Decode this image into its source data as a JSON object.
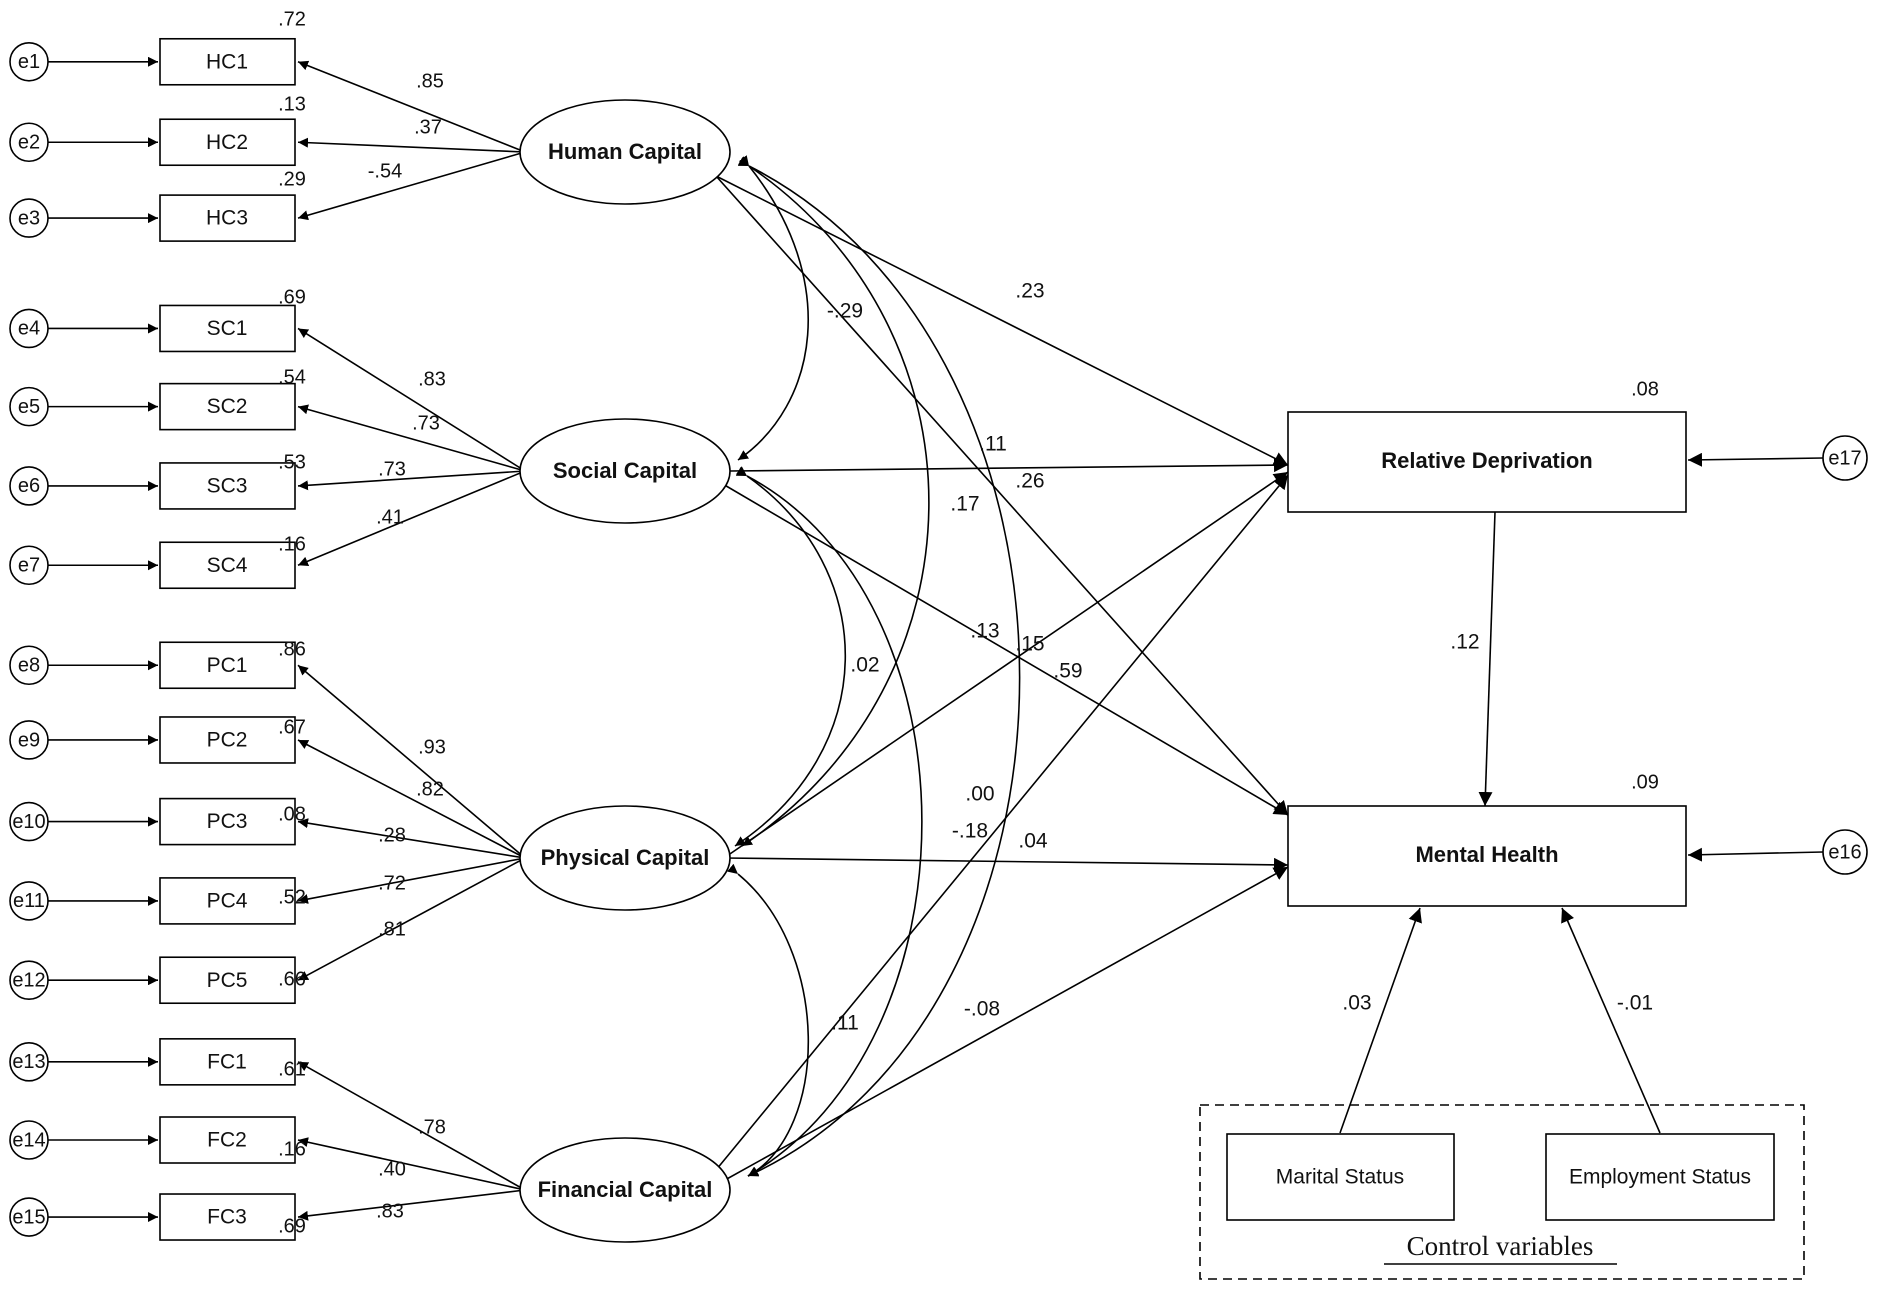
{
  "errors": [
    "e1",
    "e2",
    "e3",
    "e4",
    "e5",
    "e6",
    "e7",
    "e8",
    "e9",
    "e10",
    "e11",
    "e12",
    "e13",
    "e14",
    "e15",
    "e16",
    "e17"
  ],
  "indicators": [
    "HC1",
    "HC2",
    "HC3",
    "SC1",
    "SC2",
    "SC3",
    "SC4",
    "PC1",
    "PC2",
    "PC3",
    "PC4",
    "PC5",
    "FC1",
    "FC2",
    "FC3"
  ],
  "r_squared": [
    ".72",
    ".13",
    ".29",
    ".69",
    ".54",
    ".53",
    ".16",
    ".86",
    ".67",
    ".08",
    ".52",
    ".66",
    ".61",
    ".16",
    ".69"
  ],
  "loadings": [
    ".85",
    ".37",
    "-.54",
    ".83",
    ".73",
    ".73",
    ".41",
    ".93",
    ".82",
    ".28",
    ".72",
    ".81",
    ".78",
    ".40",
    ".83"
  ],
  "latents": [
    "Human Capital",
    "Social Capital",
    "Physical Capital",
    "Financial Capital"
  ],
  "outcomes": {
    "relative_deprivation": {
      "label": "Relative Deprivation",
      "r2": ".08"
    },
    "mental_health": {
      "label": "Mental Health",
      "r2": ".09"
    }
  },
  "controls": {
    "marital": "Marital Status",
    "employment": "Employment Status",
    "caption": "Control variables"
  },
  "coefficients": {
    "hc_sc": "-.29",
    "hc_pc": ".17",
    "hc_fc": ".26",
    "sc_pc": ".02",
    "sc_fc": ".15",
    "pc_fc": ".11",
    "hc_rd": ".23",
    "hc_mh": ".11",
    "sc_rd": ".59",
    "sc_mh": ".13",
    "pc_rd": ".00",
    "pc_mh": ".04",
    "fc_rd": "-.18",
    "fc_mh": "-.08",
    "rd_mh": ".12",
    "marital_mh": ".03",
    "employment_mh": "-.01"
  }
}
